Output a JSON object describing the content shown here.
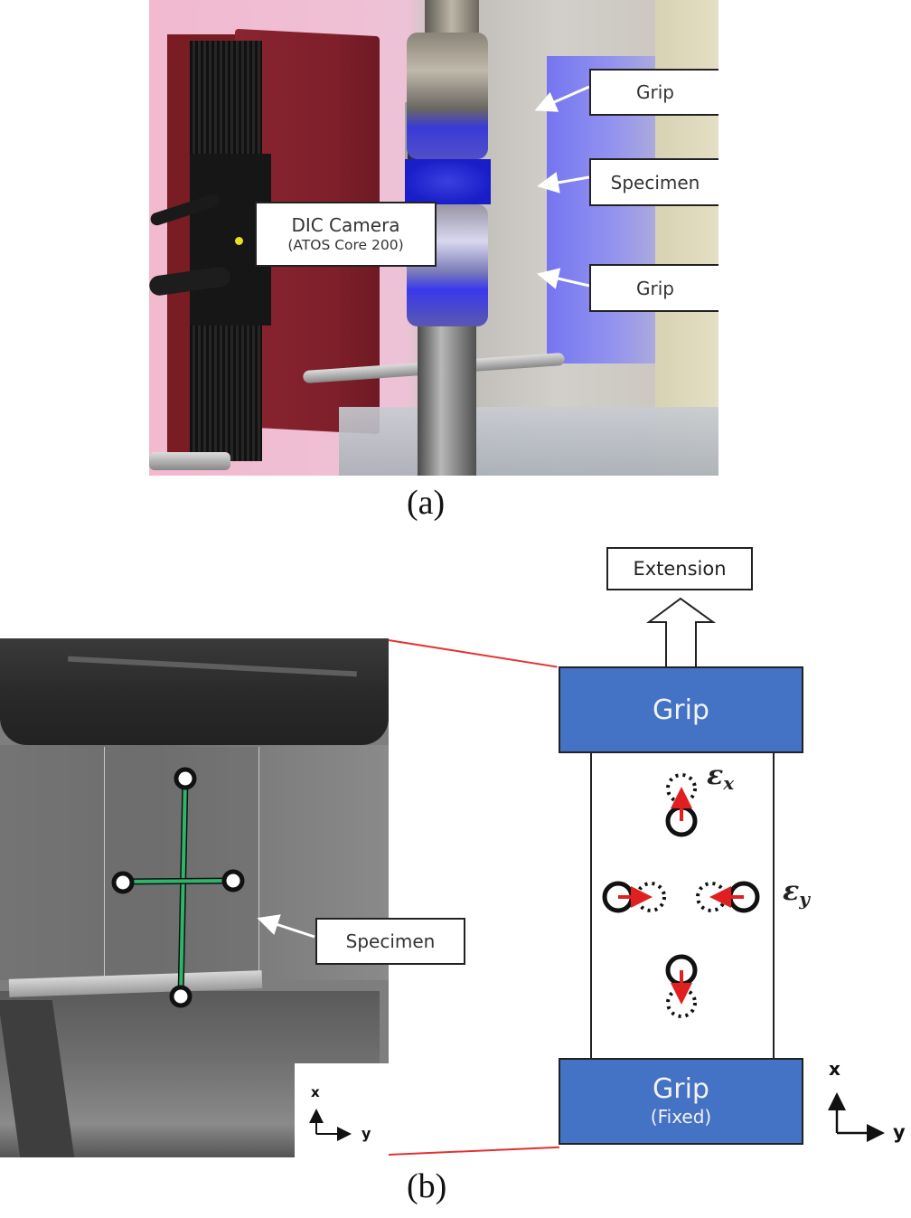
{
  "figure": {
    "panel_a": {
      "caption": "(a)",
      "callouts": {
        "camera_title": "DIC Camera",
        "camera_model": "(ATOS Core 200)",
        "grip_top": "Grip",
        "specimen": "Specimen",
        "grip_bottom": "Grip"
      }
    },
    "panel_b": {
      "caption": "(b)",
      "photo": {
        "specimen_callout": "Specimen",
        "axis_x": "x",
        "axis_y": "y",
        "marker_color": "#2db56a"
      },
      "schematic": {
        "extension_label": "Extension",
        "grip_top": "Grip",
        "grip_bottom": "Grip",
        "grip_bottom_note": "(Fixed)",
        "strain_x_symbol": "ε",
        "strain_x_sub": "x",
        "strain_y_symbol": "ε",
        "strain_y_sub": "y",
        "axis_x": "x",
        "axis_y": "y",
        "grip_color": "#4472c4",
        "displacement_arrow_color": "#e02020"
      }
    }
  }
}
